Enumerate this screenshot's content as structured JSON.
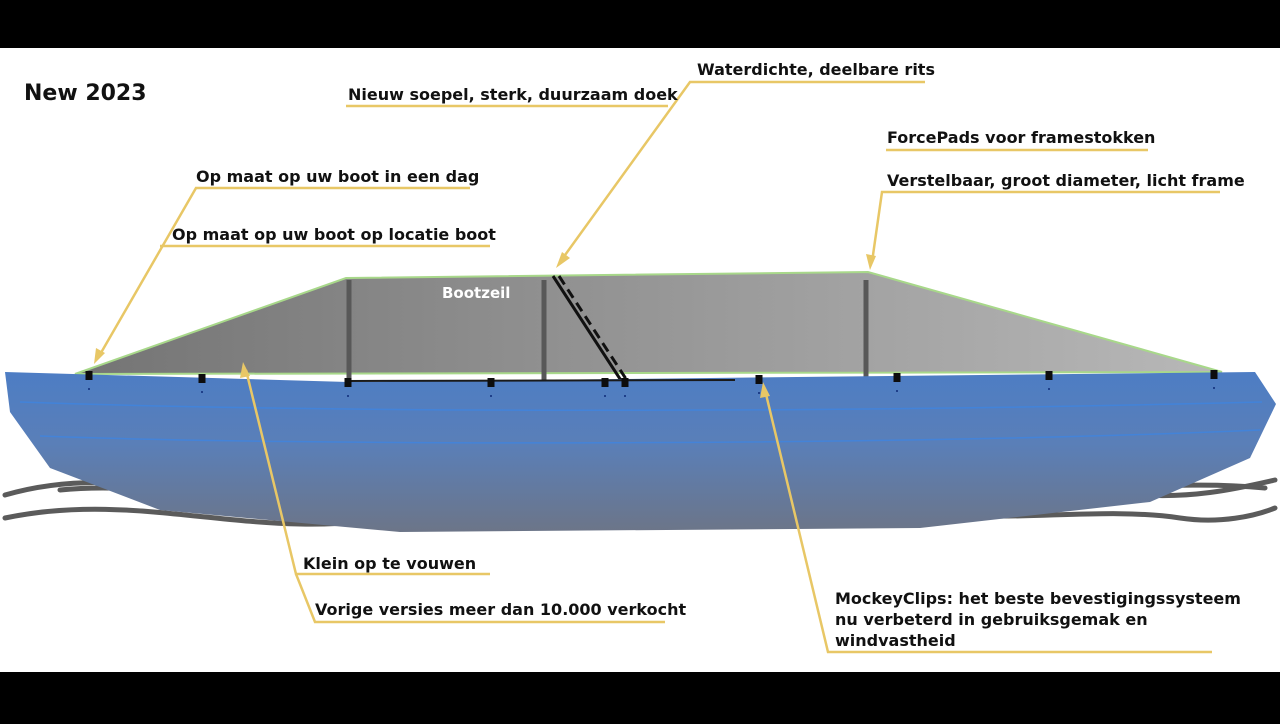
{
  "header": {
    "title": "New 2023"
  },
  "diagram": {
    "cover_label": "Bootzeil",
    "callouts": [
      {
        "id": "fabric",
        "text": "Nieuw soepel, sterk, duurzaam doek"
      },
      {
        "id": "zipper",
        "text": "Waterdichte, deelbare rits"
      },
      {
        "id": "forcepads",
        "text": "ForcePads voor framestokken"
      },
      {
        "id": "frame",
        "text": "Verstelbaar, groot diameter, licht frame"
      },
      {
        "id": "fit-day",
        "text": "Op maat op uw boot in een dag"
      },
      {
        "id": "fit-location",
        "text": "Op maat op uw boot op locatie boot"
      },
      {
        "id": "fold",
        "text": "Klein op te vouwen"
      },
      {
        "id": "sold",
        "text": "Vorige versies meer dan 10.000 verkocht"
      },
      {
        "id": "clips-1",
        "text": "MockeyClips: het beste bevestigingssysteem"
      },
      {
        "id": "clips-2",
        "text": "nu verbeterd in gebruiksgemak en"
      },
      {
        "id": "clips-3",
        "text": "windvastheid"
      }
    ]
  },
  "colors": {
    "background": "#ffffff",
    "letterbox": "#000000",
    "hull_top": "#4d7dc4",
    "hull_bottom": "#6f7787",
    "cover_left": "#7a7a7a",
    "cover_right": "#b5b5b5",
    "cover_edge": "#a8d88a",
    "leader": "#e8c766",
    "waves": "#5b5b5b",
    "text": "#111111"
  }
}
